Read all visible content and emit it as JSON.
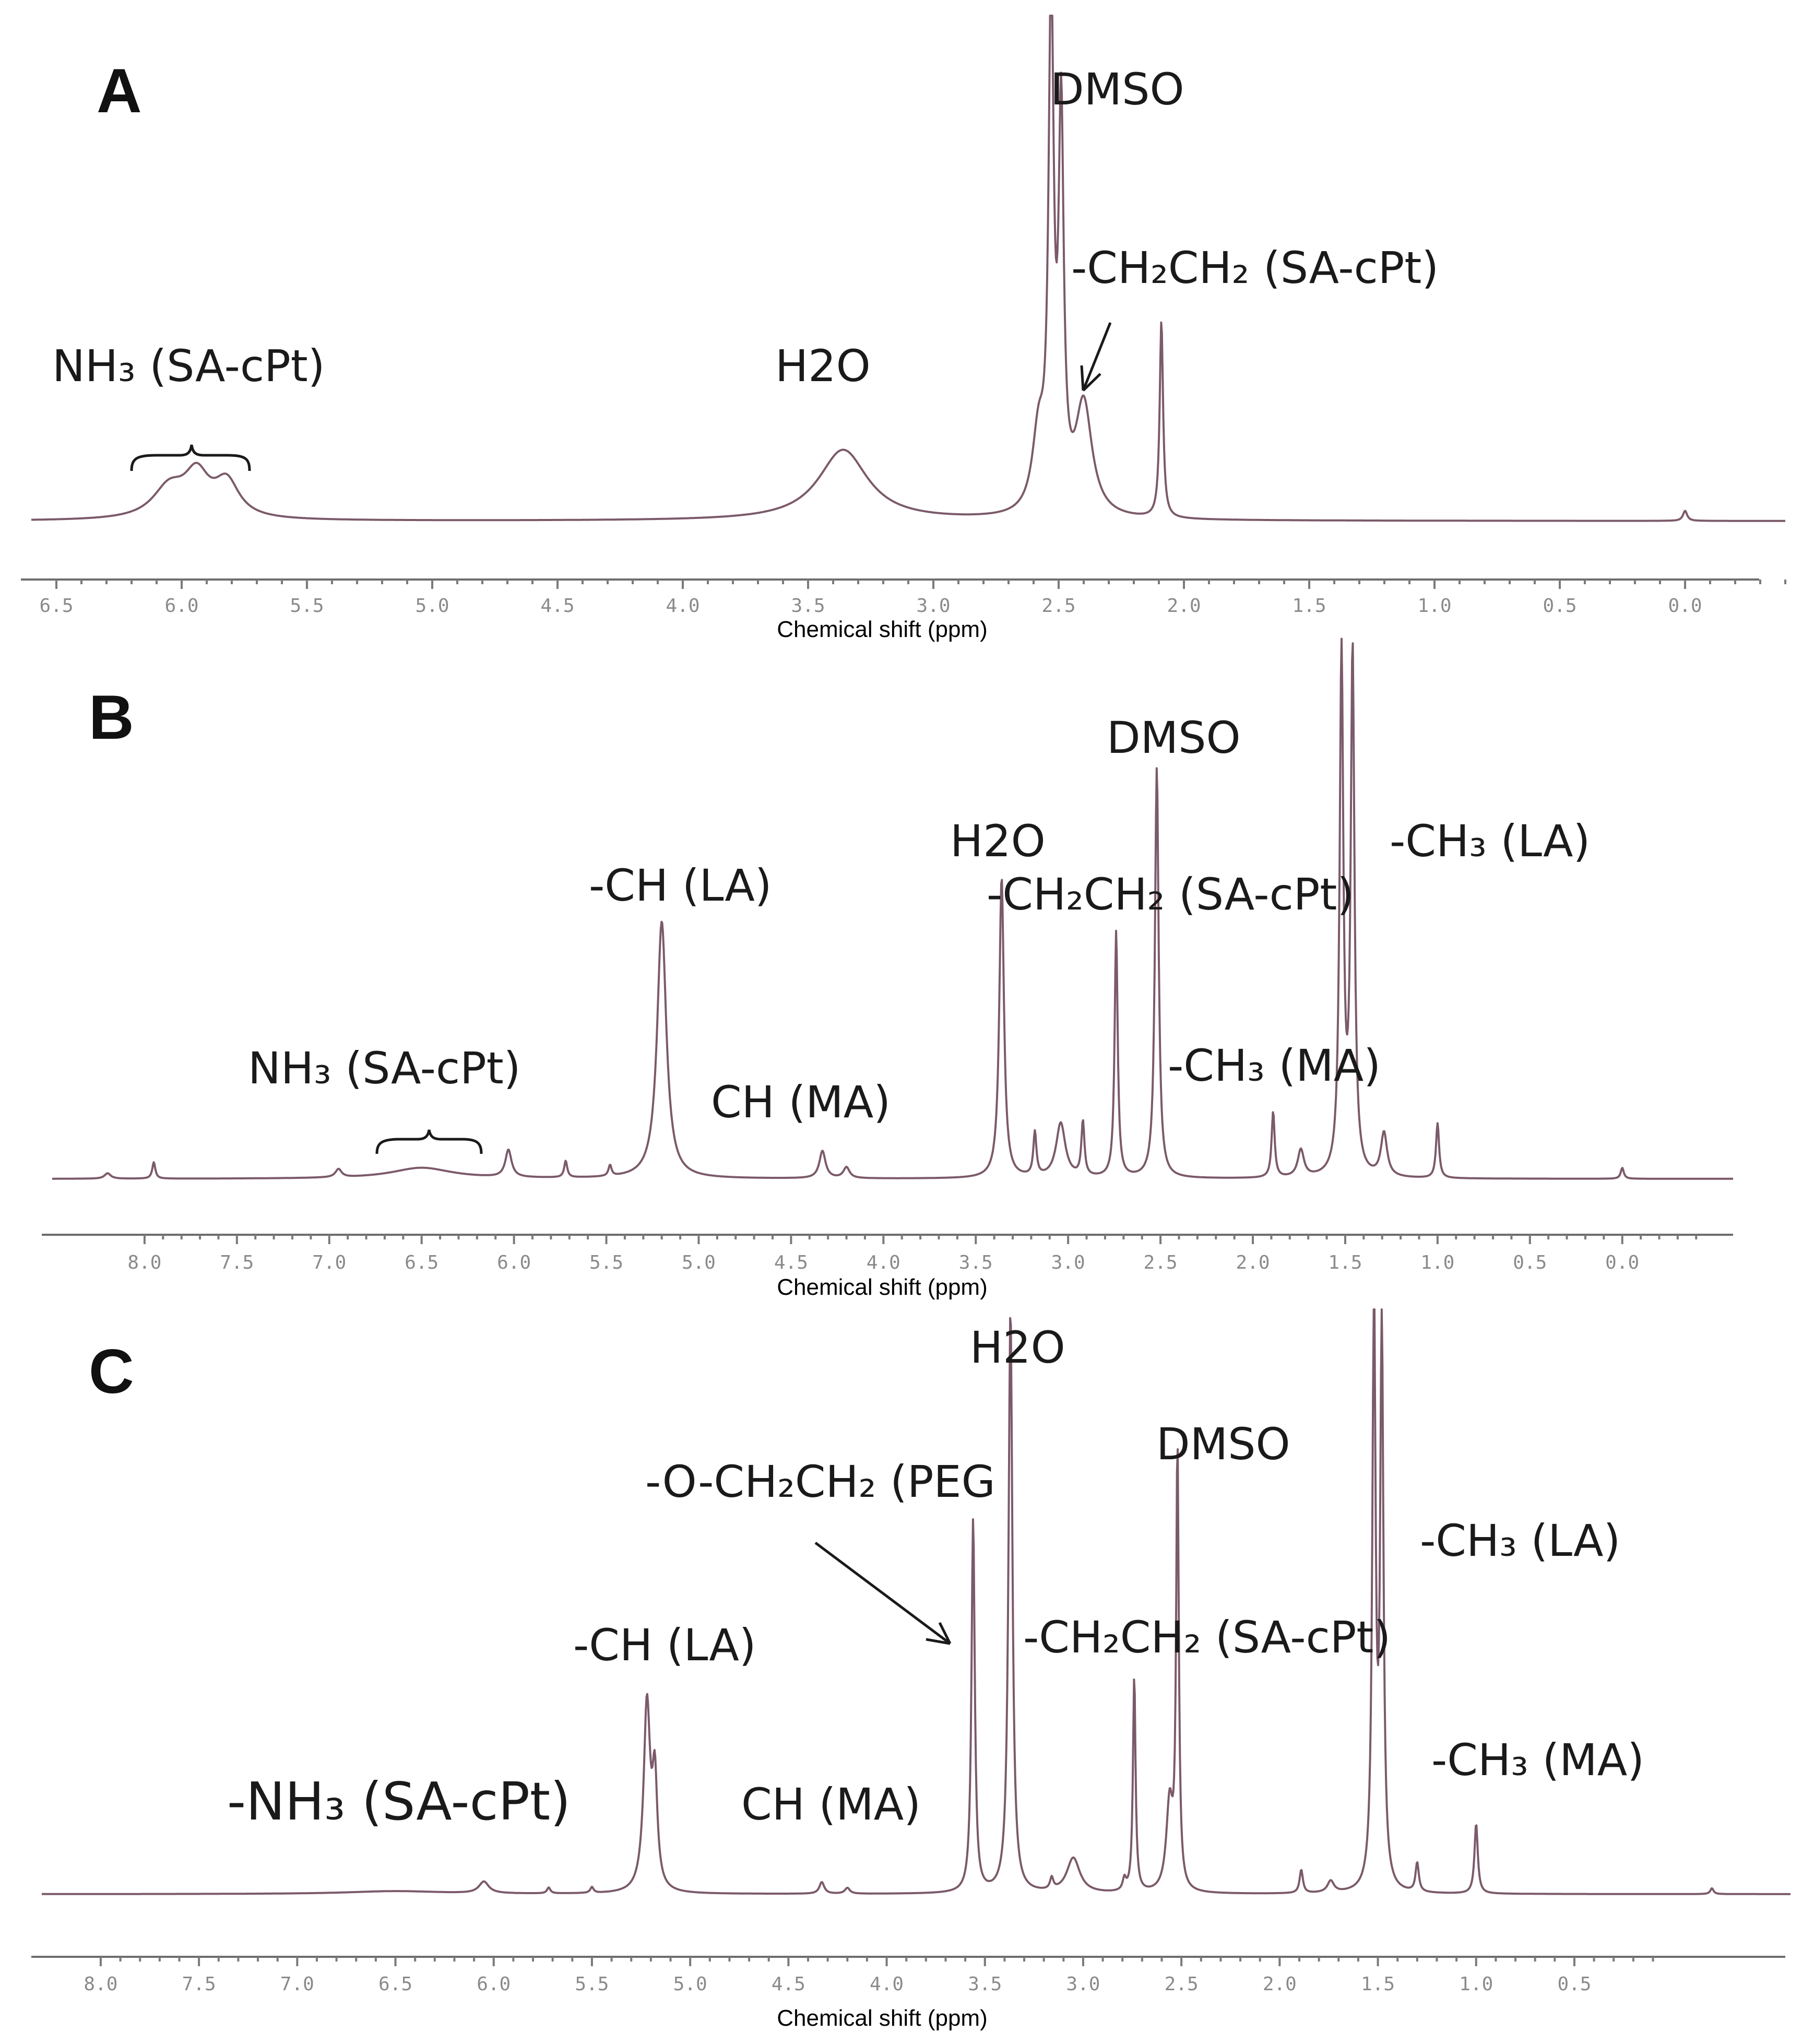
{
  "chart_data": [
    {
      "type": "line",
      "panel": "A",
      "xlabel": "Chemical shift (ppm)",
      "x_reversed": true,
      "xlim": [
        6.6,
        -0.4
      ],
      "xticks": [
        "6.5",
        "6.0",
        "5.5",
        "5.0",
        "4.5",
        "4.0",
        "3.5",
        "3.0",
        "2.5",
        "2.0",
        "1.5",
        "1.0",
        "0.5",
        "0.0"
      ],
      "peaks": [
        {
          "ppm": 6.05,
          "height": 0.06,
          "width": 0.08
        },
        {
          "ppm": 5.94,
          "height": 0.08,
          "width": 0.06
        },
        {
          "ppm": 5.82,
          "height": 0.07,
          "width": 0.06
        },
        {
          "ppm": 3.36,
          "height": 0.14,
          "width": 0.12
        },
        {
          "ppm": 2.58,
          "height": 0.15,
          "width": 0.03
        },
        {
          "ppm": 2.53,
          "height": 1.0,
          "width": 0.012
        },
        {
          "ppm": 2.49,
          "height": 0.75,
          "width": 0.012
        },
        {
          "ppm": 2.4,
          "height": 0.22,
          "width": 0.04
        },
        {
          "ppm": 2.09,
          "height": 0.39,
          "width": 0.008
        },
        {
          "ppm": 0.0,
          "height": 0.02,
          "width": 0.01
        }
      ],
      "annotations": [
        {
          "text": "DMSO"
        },
        {
          "text": "-CH₂CH₂ (SA-cPt)"
        },
        {
          "text": "H2O"
        },
        {
          "text": "NH₃ (SA-cPt)"
        }
      ]
    },
    {
      "type": "line",
      "panel": "B",
      "xlabel": "Chemical shift (ppm)",
      "x_reversed": true,
      "xlim": [
        8.5,
        -0.6
      ],
      "xticks": [
        "8.0",
        "7.5",
        "7.0",
        "6.5",
        "6.0",
        "5.5",
        "5.0",
        "4.5",
        "4.0",
        "3.5",
        "3.0",
        "2.5",
        "2.0",
        "1.5",
        "1.0",
        "0.5",
        "0.0"
      ],
      "peaks": [
        {
          "ppm": 8.2,
          "height": 0.01,
          "width": 0.02
        },
        {
          "ppm": 7.95,
          "height": 0.03,
          "width": 0.01
        },
        {
          "ppm": 6.95,
          "height": 0.015,
          "width": 0.02
        },
        {
          "ppm": 6.5,
          "height": 0.02,
          "width": 0.2
        },
        {
          "ppm": 6.03,
          "height": 0.05,
          "width": 0.02
        },
        {
          "ppm": 5.72,
          "height": 0.03,
          "width": 0.01
        },
        {
          "ppm": 5.48,
          "height": 0.02,
          "width": 0.01
        },
        {
          "ppm": 5.2,
          "height": 0.47,
          "width": 0.03
        },
        {
          "ppm": 4.33,
          "height": 0.05,
          "width": 0.02
        },
        {
          "ppm": 4.2,
          "height": 0.02,
          "width": 0.02
        },
        {
          "ppm": 3.36,
          "height": 0.55,
          "width": 0.015
        },
        {
          "ppm": 3.18,
          "height": 0.08,
          "width": 0.01
        },
        {
          "ppm": 3.04,
          "height": 0.1,
          "width": 0.03
        },
        {
          "ppm": 2.92,
          "height": 0.1,
          "width": 0.01
        },
        {
          "ppm": 2.74,
          "height": 0.45,
          "width": 0.01
        },
        {
          "ppm": 2.52,
          "height": 0.75,
          "width": 0.012
        },
        {
          "ppm": 1.89,
          "height": 0.12,
          "width": 0.01
        },
        {
          "ppm": 1.74,
          "height": 0.05,
          "width": 0.02
        },
        {
          "ppm": 1.52,
          "height": 0.95,
          "width": 0.012
        },
        {
          "ppm": 1.46,
          "height": 0.95,
          "width": 0.012
        },
        {
          "ppm": 1.29,
          "height": 0.08,
          "width": 0.02
        },
        {
          "ppm": 1.0,
          "height": 0.1,
          "width": 0.01
        },
        {
          "ppm": 0.0,
          "height": 0.02,
          "width": 0.01
        }
      ],
      "annotations": [
        {
          "text": "DMSO"
        },
        {
          "text": "-CH₃ (LA)"
        },
        {
          "text": "H2O"
        },
        {
          "text": "-CH₂CH₂ (SA-cPt)"
        },
        {
          "text": "-CH (LA)"
        },
        {
          "text": "-CH₃ (MA)"
        },
        {
          "text": "NH₃ (SA-cPt)"
        },
        {
          "text": "CH (MA)"
        }
      ]
    },
    {
      "type": "line",
      "panel": "C",
      "xlabel": "Chemical shift (ppm)",
      "x_reversed": true,
      "xlim": [
        8.3,
        -0.6
      ],
      "xticks": [
        "8.0",
        "7.5",
        "7.0",
        "6.5",
        "6.0",
        "5.5",
        "5.0",
        "4.5",
        "4.0",
        "3.5",
        "3.0",
        "2.5",
        "2.0",
        "1.5",
        "1.0",
        "0.5"
      ],
      "peaks": [
        {
          "ppm": 6.5,
          "height": 0.005,
          "width": 0.3
        },
        {
          "ppm": 6.05,
          "height": 0.02,
          "width": 0.03
        },
        {
          "ppm": 5.72,
          "height": 0.01,
          "width": 0.01
        },
        {
          "ppm": 5.5,
          "height": 0.01,
          "width": 0.01
        },
        {
          "ppm": 5.22,
          "height": 0.32,
          "width": 0.02
        },
        {
          "ppm": 5.18,
          "height": 0.18,
          "width": 0.015
        },
        {
          "ppm": 4.33,
          "height": 0.02,
          "width": 0.015
        },
        {
          "ppm": 4.2,
          "height": 0.01,
          "width": 0.015
        },
        {
          "ppm": 3.56,
          "height": 0.64,
          "width": 0.01
        },
        {
          "ppm": 3.37,
          "height": 1.0,
          "width": 0.012
        },
        {
          "ppm": 3.16,
          "height": 0.02,
          "width": 0.01
        },
        {
          "ppm": 3.05,
          "height": 0.06,
          "width": 0.04
        },
        {
          "ppm": 2.79,
          "height": 0.02,
          "width": 0.01
        },
        {
          "ppm": 2.74,
          "height": 0.37,
          "width": 0.008
        },
        {
          "ppm": 2.56,
          "height": 0.15,
          "width": 0.02
        },
        {
          "ppm": 2.52,
          "height": 0.75,
          "width": 0.008
        },
        {
          "ppm": 1.89,
          "height": 0.04,
          "width": 0.01
        },
        {
          "ppm": 1.74,
          "height": 0.02,
          "width": 0.02
        },
        {
          "ppm": 1.52,
          "height": 1.0,
          "width": 0.01
        },
        {
          "ppm": 1.48,
          "height": 0.95,
          "width": 0.01
        },
        {
          "ppm": 1.3,
          "height": 0.05,
          "width": 0.01
        },
        {
          "ppm": 1.0,
          "height": 0.12,
          "width": 0.01
        },
        {
          "ppm": -0.2,
          "height": 0.01,
          "width": 0.01
        }
      ],
      "annotations": [
        {
          "text": "H2O"
        },
        {
          "text": "DMSO"
        },
        {
          "text": "-O-CH₂CH₂ (PEG"
        },
        {
          "text": "-CH₃ (LA)"
        },
        {
          "text": "-CH₂CH₂ (SA-cPt)"
        },
        {
          "text": "-CH (LA)"
        },
        {
          "text": "-CH₃ (MA)"
        },
        {
          "text": "-NH₃ (SA-cPt)"
        },
        {
          "text": "CH (MA)"
        }
      ]
    }
  ]
}
